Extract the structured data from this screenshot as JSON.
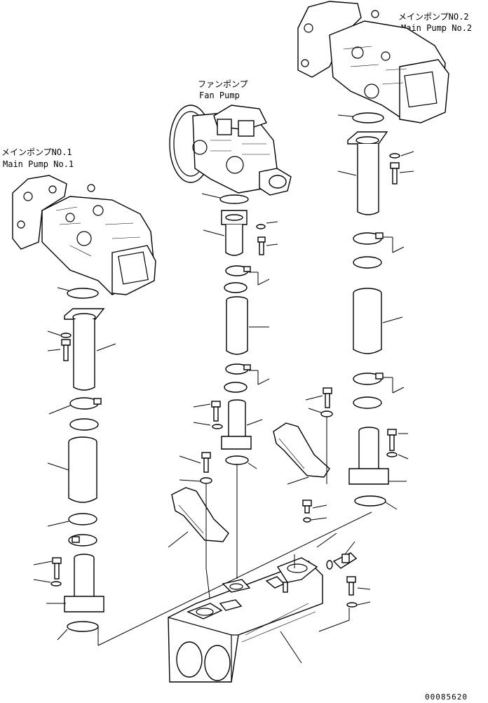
{
  "labels": {
    "main_pump_1_jp": "メインポンプNO.1",
    "main_pump_1_en": "Main Pump No.1",
    "fan_pump_jp": "ファンポンプ",
    "fan_pump_en": "Fan Pump",
    "main_pump_2_jp": "メインポンプNO.2",
    "main_pump_2_en": "Main Pump No.2"
  },
  "document_number": "00085620"
}
